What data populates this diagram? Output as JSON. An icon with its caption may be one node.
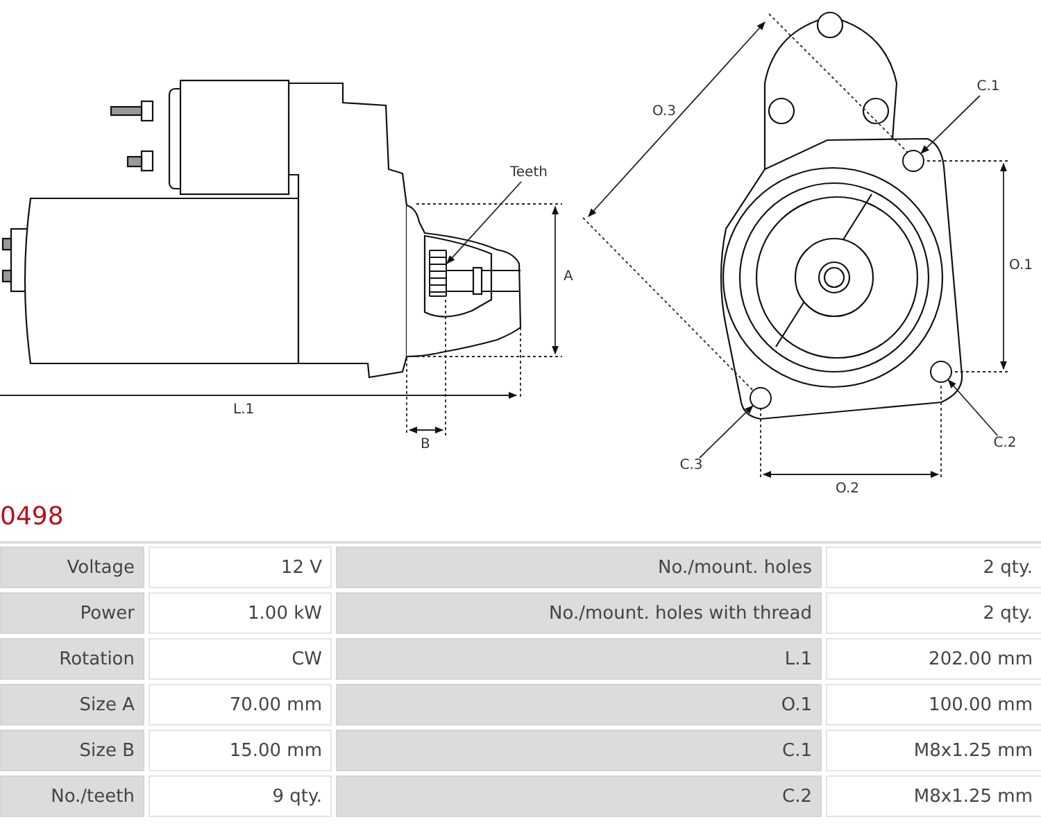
{
  "diagram": {
    "title": "0498",
    "nodes": [
      {
        "text": [
          "Teeth"
        ]
      },
      {
        "text": [],
        "shape": "box"
      },
      {
        "text": [
          "C.1"
        ]
      },
      {
        "text": [],
        "shape": "circle"
      },
      {
        "text": [
          "C.2"
        ]
      },
      {
        "text": [],
        "shape": "circle"
      },
      {
        "text": [
          "C.3"
        ]
      },
      {
        "text": [],
        "shape": "circle"
      }
    ],
    "edges": [
      {
        "from": 0,
        "to": 1,
        "arrow": "to"
      },
      {
        "from": 2,
        "to": 3,
        "arrow": "to"
      },
      {
        "from": 4,
        "to": 5,
        "arrow": "to"
      },
      {
        "from": 6,
        "to": 7,
        "arrow": "to"
      }
    ],
    "labels": [
      "A",
      "L.1",
      "B",
      "O.3",
      "O.1",
      "O.2",
      "Voltage",
      "12 V",
      "No./mount. holes",
      "2 qty.",
      "Power",
      "1.00 kW",
      "No./mount. holes with thread",
      "2 qty.",
      "Rotation",
      "CW",
      "L.1",
      "202.00 mm",
      "Size A",
      "70.00 mm",
      "O.1",
      "100.00 mm",
      "Size B",
      "15.00 mm",
      "C.1",
      "M8x1.25 mm",
      "No./teeth",
      "9 qty.",
      "C.2",
      "M8x1.25 mm"
    ]
  }
}
